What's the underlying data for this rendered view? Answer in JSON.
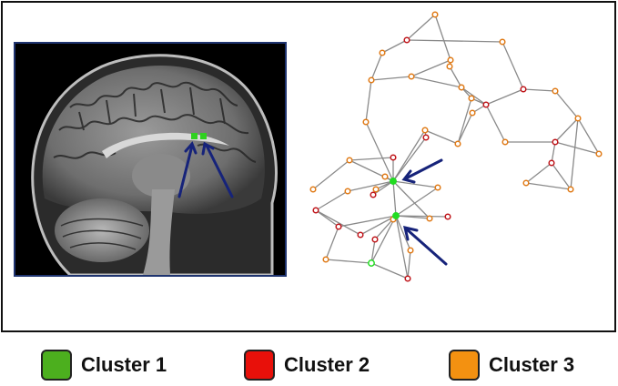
{
  "legend": {
    "items": [
      {
        "label": "Cluster 1",
        "color": "#4caf1e"
      },
      {
        "label": "Cluster 2",
        "color": "#e8100a"
      },
      {
        "label": "Cluster 3",
        "color": "#f39111"
      }
    ]
  },
  "network": {
    "cluster_colors": {
      "1": "#22dd22",
      "2": "#c0151a",
      "3": "#e07a16"
    },
    "highlighted_cluster": 1,
    "arrow_color": "#16237a"
  },
  "mri": {
    "marker_color": "#2fd11f",
    "arrow_color": "#16237a"
  }
}
